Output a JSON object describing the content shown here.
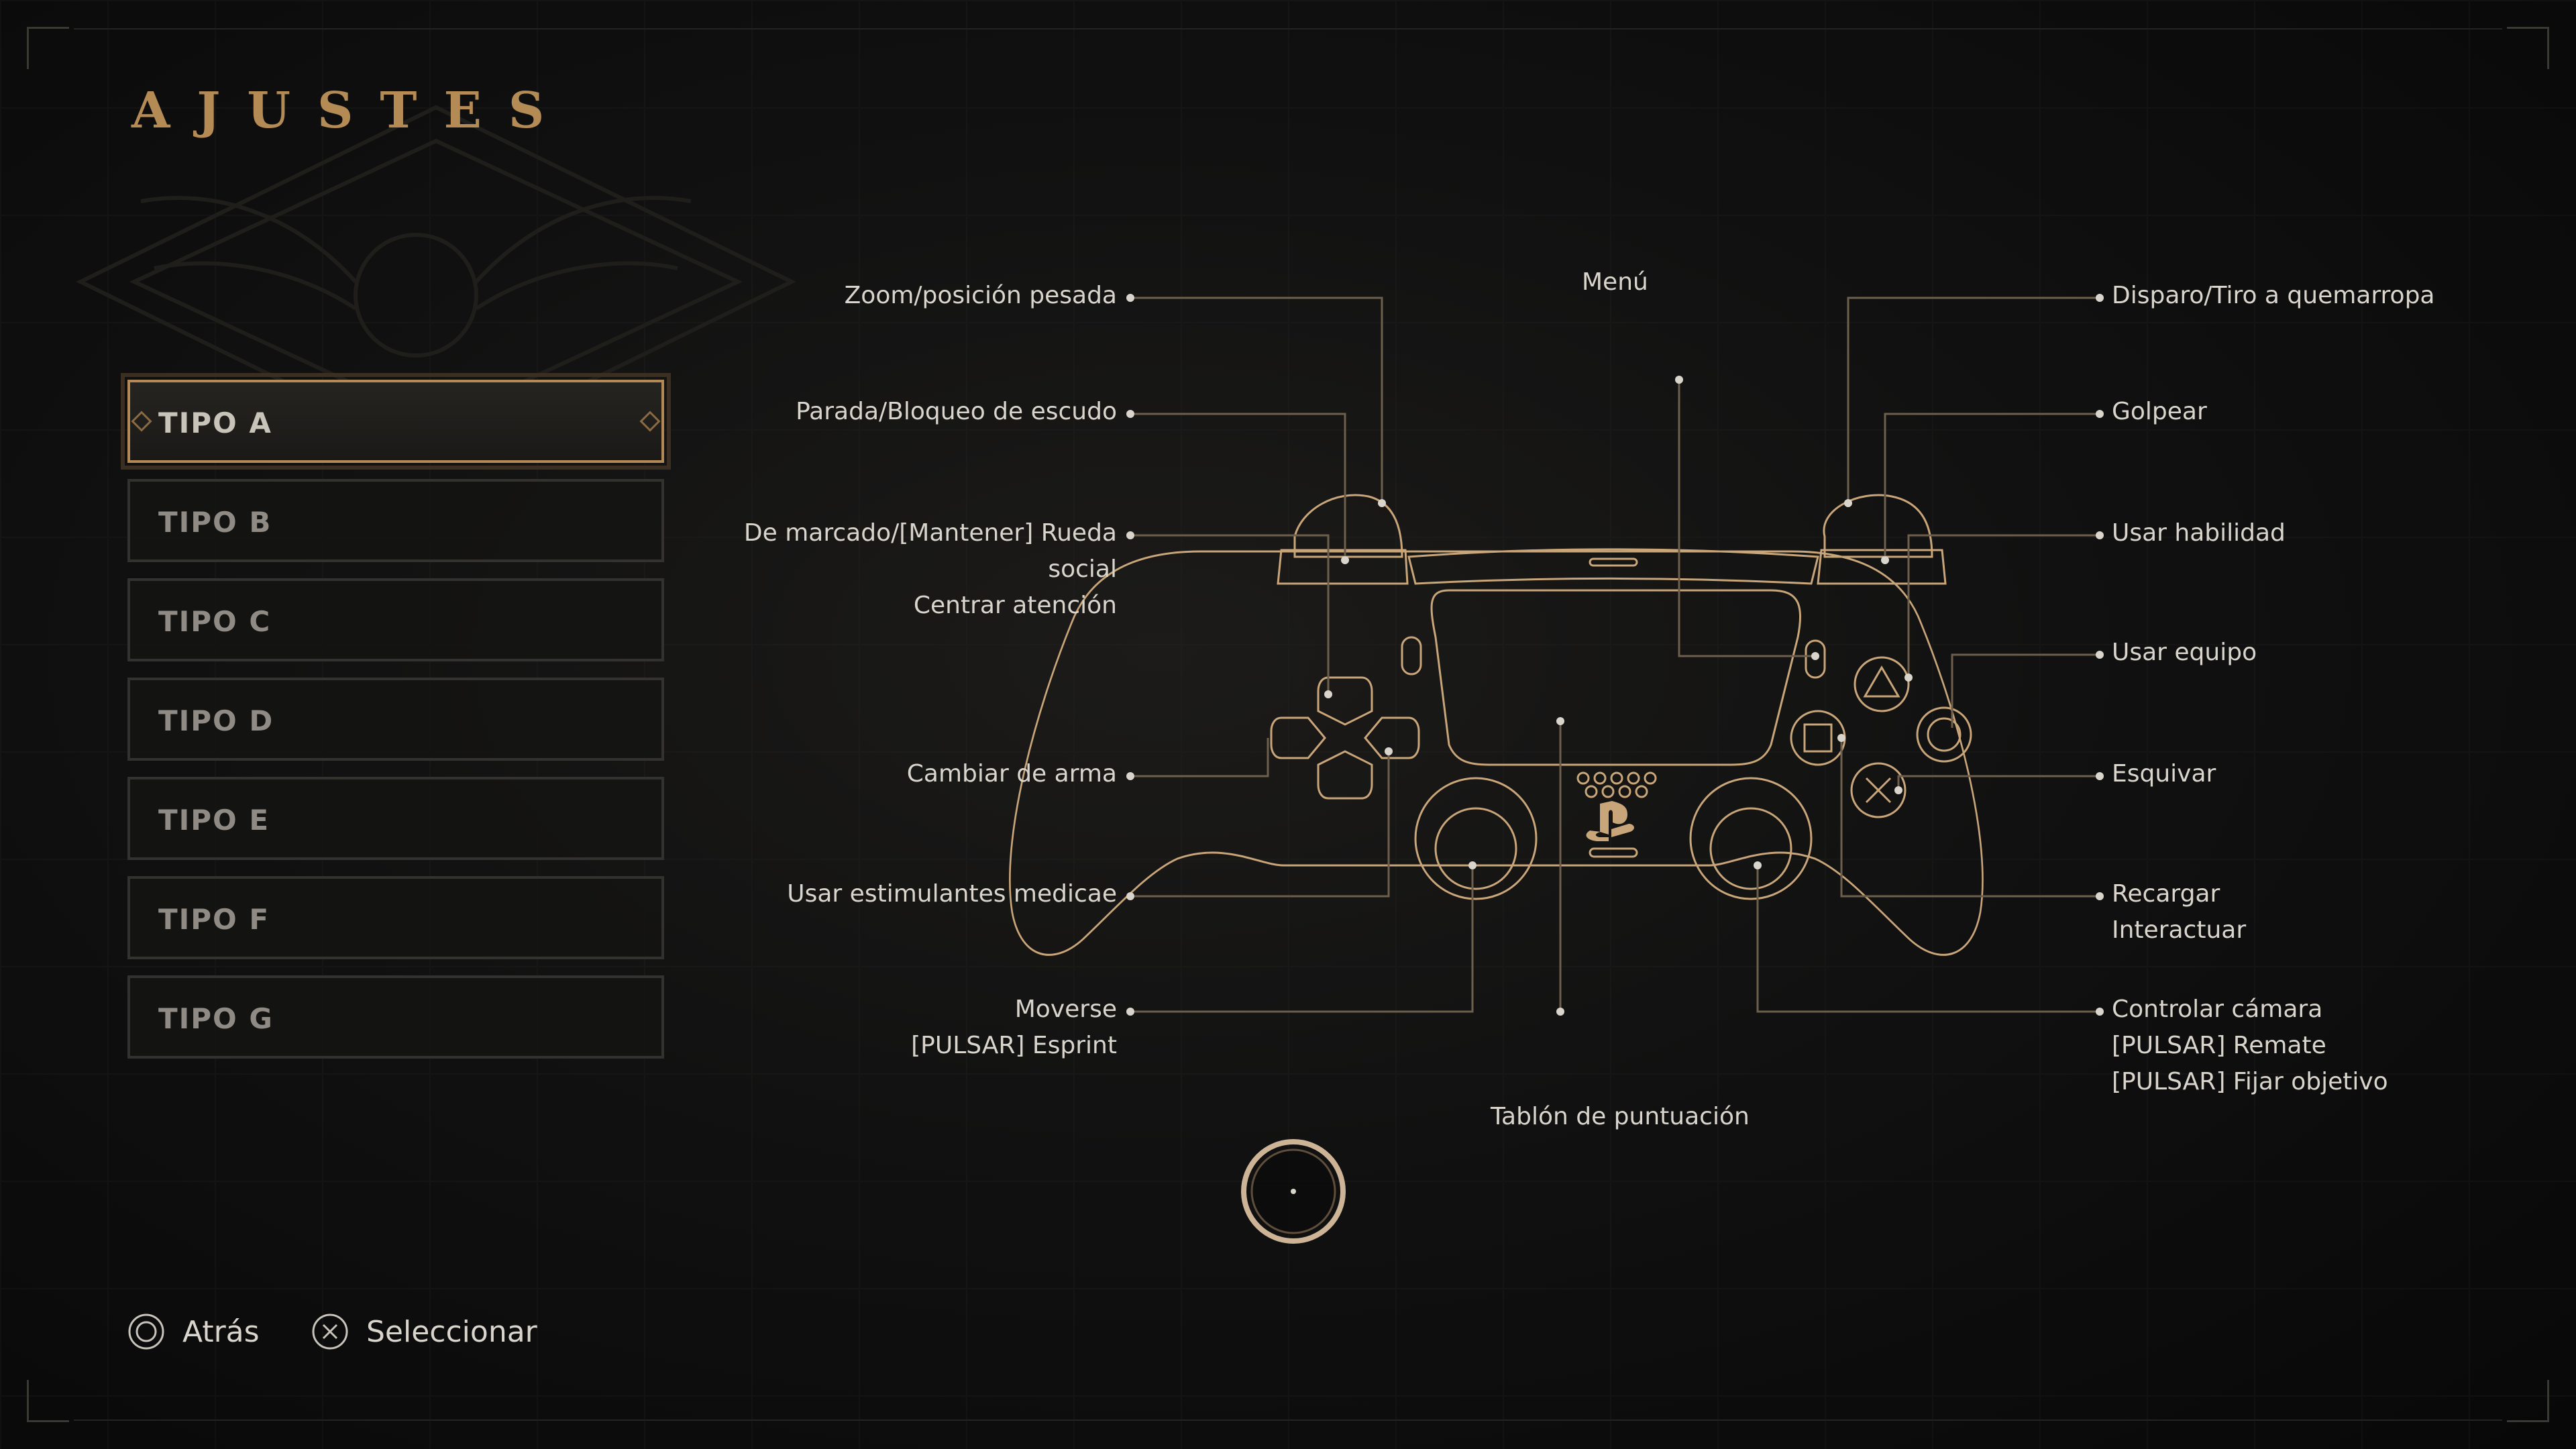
{
  "header": {
    "title": "AJUSTES"
  },
  "layouts": [
    {
      "label": "TIPO A",
      "selected": true
    },
    {
      "label": "TIPO B",
      "selected": false
    },
    {
      "label": "TIPO C",
      "selected": false
    },
    {
      "label": "TIPO D",
      "selected": false
    },
    {
      "label": "TIPO E",
      "selected": false
    },
    {
      "label": "TIPO F",
      "selected": false
    },
    {
      "label": "TIPO G",
      "selected": false
    }
  ],
  "controller": {
    "left": {
      "l2": "Zoom/posición pesada",
      "l1": "Parada/Bloqueo de escudo",
      "dpad_up": "De marcado/[Mantener] Rueda\nsocial\nCentrar atención",
      "dpad_side": "Cambiar de arma",
      "dpad_down": "Usar estimulantes medicae",
      "left_stick": "Moverse\n[PULSAR] Esprint"
    },
    "center": {
      "options": "Menú",
      "touchpad": "Tablón de puntuación"
    },
    "right": {
      "r2": "Disparo/Tiro a quemarropa",
      "r1": "Golpear",
      "triangle": "Usar habilidad",
      "circle": "Usar equipo",
      "cross": "Esquivar",
      "square": "Recargar\nInteractuar",
      "right_stick": "Controlar cámara\n[PULSAR] Remate\n[PULSAR] Fijar objetivo"
    }
  },
  "footer": {
    "back_label": "Atrás",
    "select_label": "Seleccionar"
  },
  "colors": {
    "accent": "#b48a55",
    "line": "#c9a57a",
    "text": "#d9d5cd"
  }
}
